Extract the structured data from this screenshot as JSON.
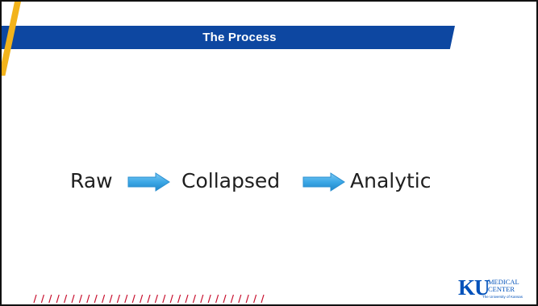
{
  "slide": {
    "title": "The Process",
    "flow": {
      "steps": [
        "Raw",
        "Collapsed",
        "Analytic"
      ],
      "arrow_icon": "right-arrow-icon"
    },
    "logo": {
      "mark": "KU",
      "line1": "MEDICAL",
      "line2": "CENTER",
      "line3": "The University of Kansas"
    }
  },
  "colors": {
    "title_bar": "#0d47a1",
    "accent": "#f2b31b",
    "arrow": "#3ca7e6",
    "slashes": "#c8102e",
    "logo": "#0051ba"
  }
}
